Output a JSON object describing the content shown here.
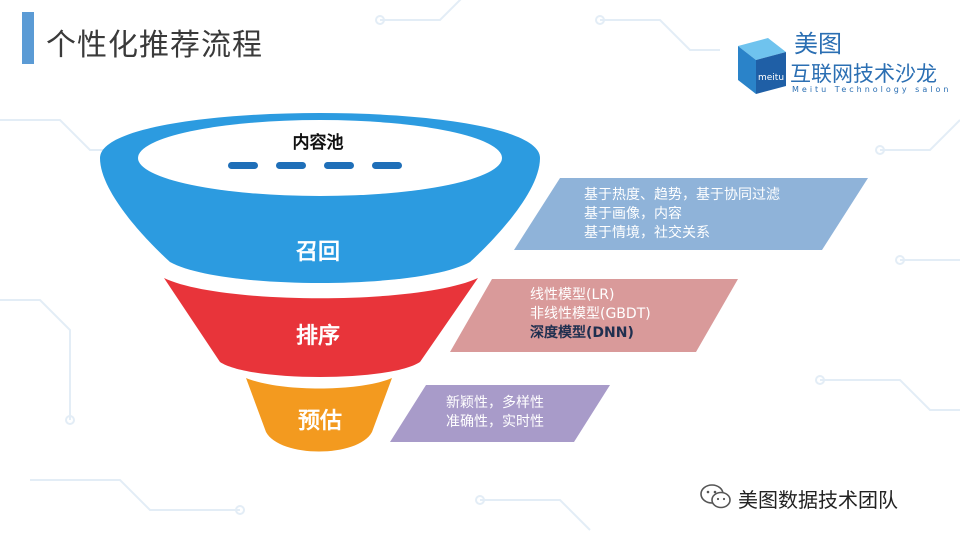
{
  "header": {
    "title": "个性化推荐流程"
  },
  "logo": {
    "title": "美图",
    "subtitle": "互联网技术沙龙",
    "en": "Meitu Technology salon",
    "badge": "meitu"
  },
  "funnel": {
    "pool_label": "内容池",
    "stages": [
      {
        "label": "召回",
        "color": "#2c9be0",
        "lines": [
          "基于热度、趋势，基于协同过滤",
          "基于画像，内容",
          "基于情境，社交关系"
        ],
        "box_color": "#8fb3d9"
      },
      {
        "label": "排序",
        "color": "#e8343a",
        "lines": [
          "线性模型(LR)",
          "非线性模型(GBDT)",
          "深度模型(DNN)"
        ],
        "box_color": "#d99a9a"
      },
      {
        "label": "预估",
        "color": "#f39a1f",
        "lines": [
          "新颖性，多样性",
          "准确性，实时性"
        ],
        "box_color": "#a89bc9"
      }
    ]
  },
  "footer": {
    "text": "美图数据技术团队",
    "icon": "wechat-icon"
  }
}
